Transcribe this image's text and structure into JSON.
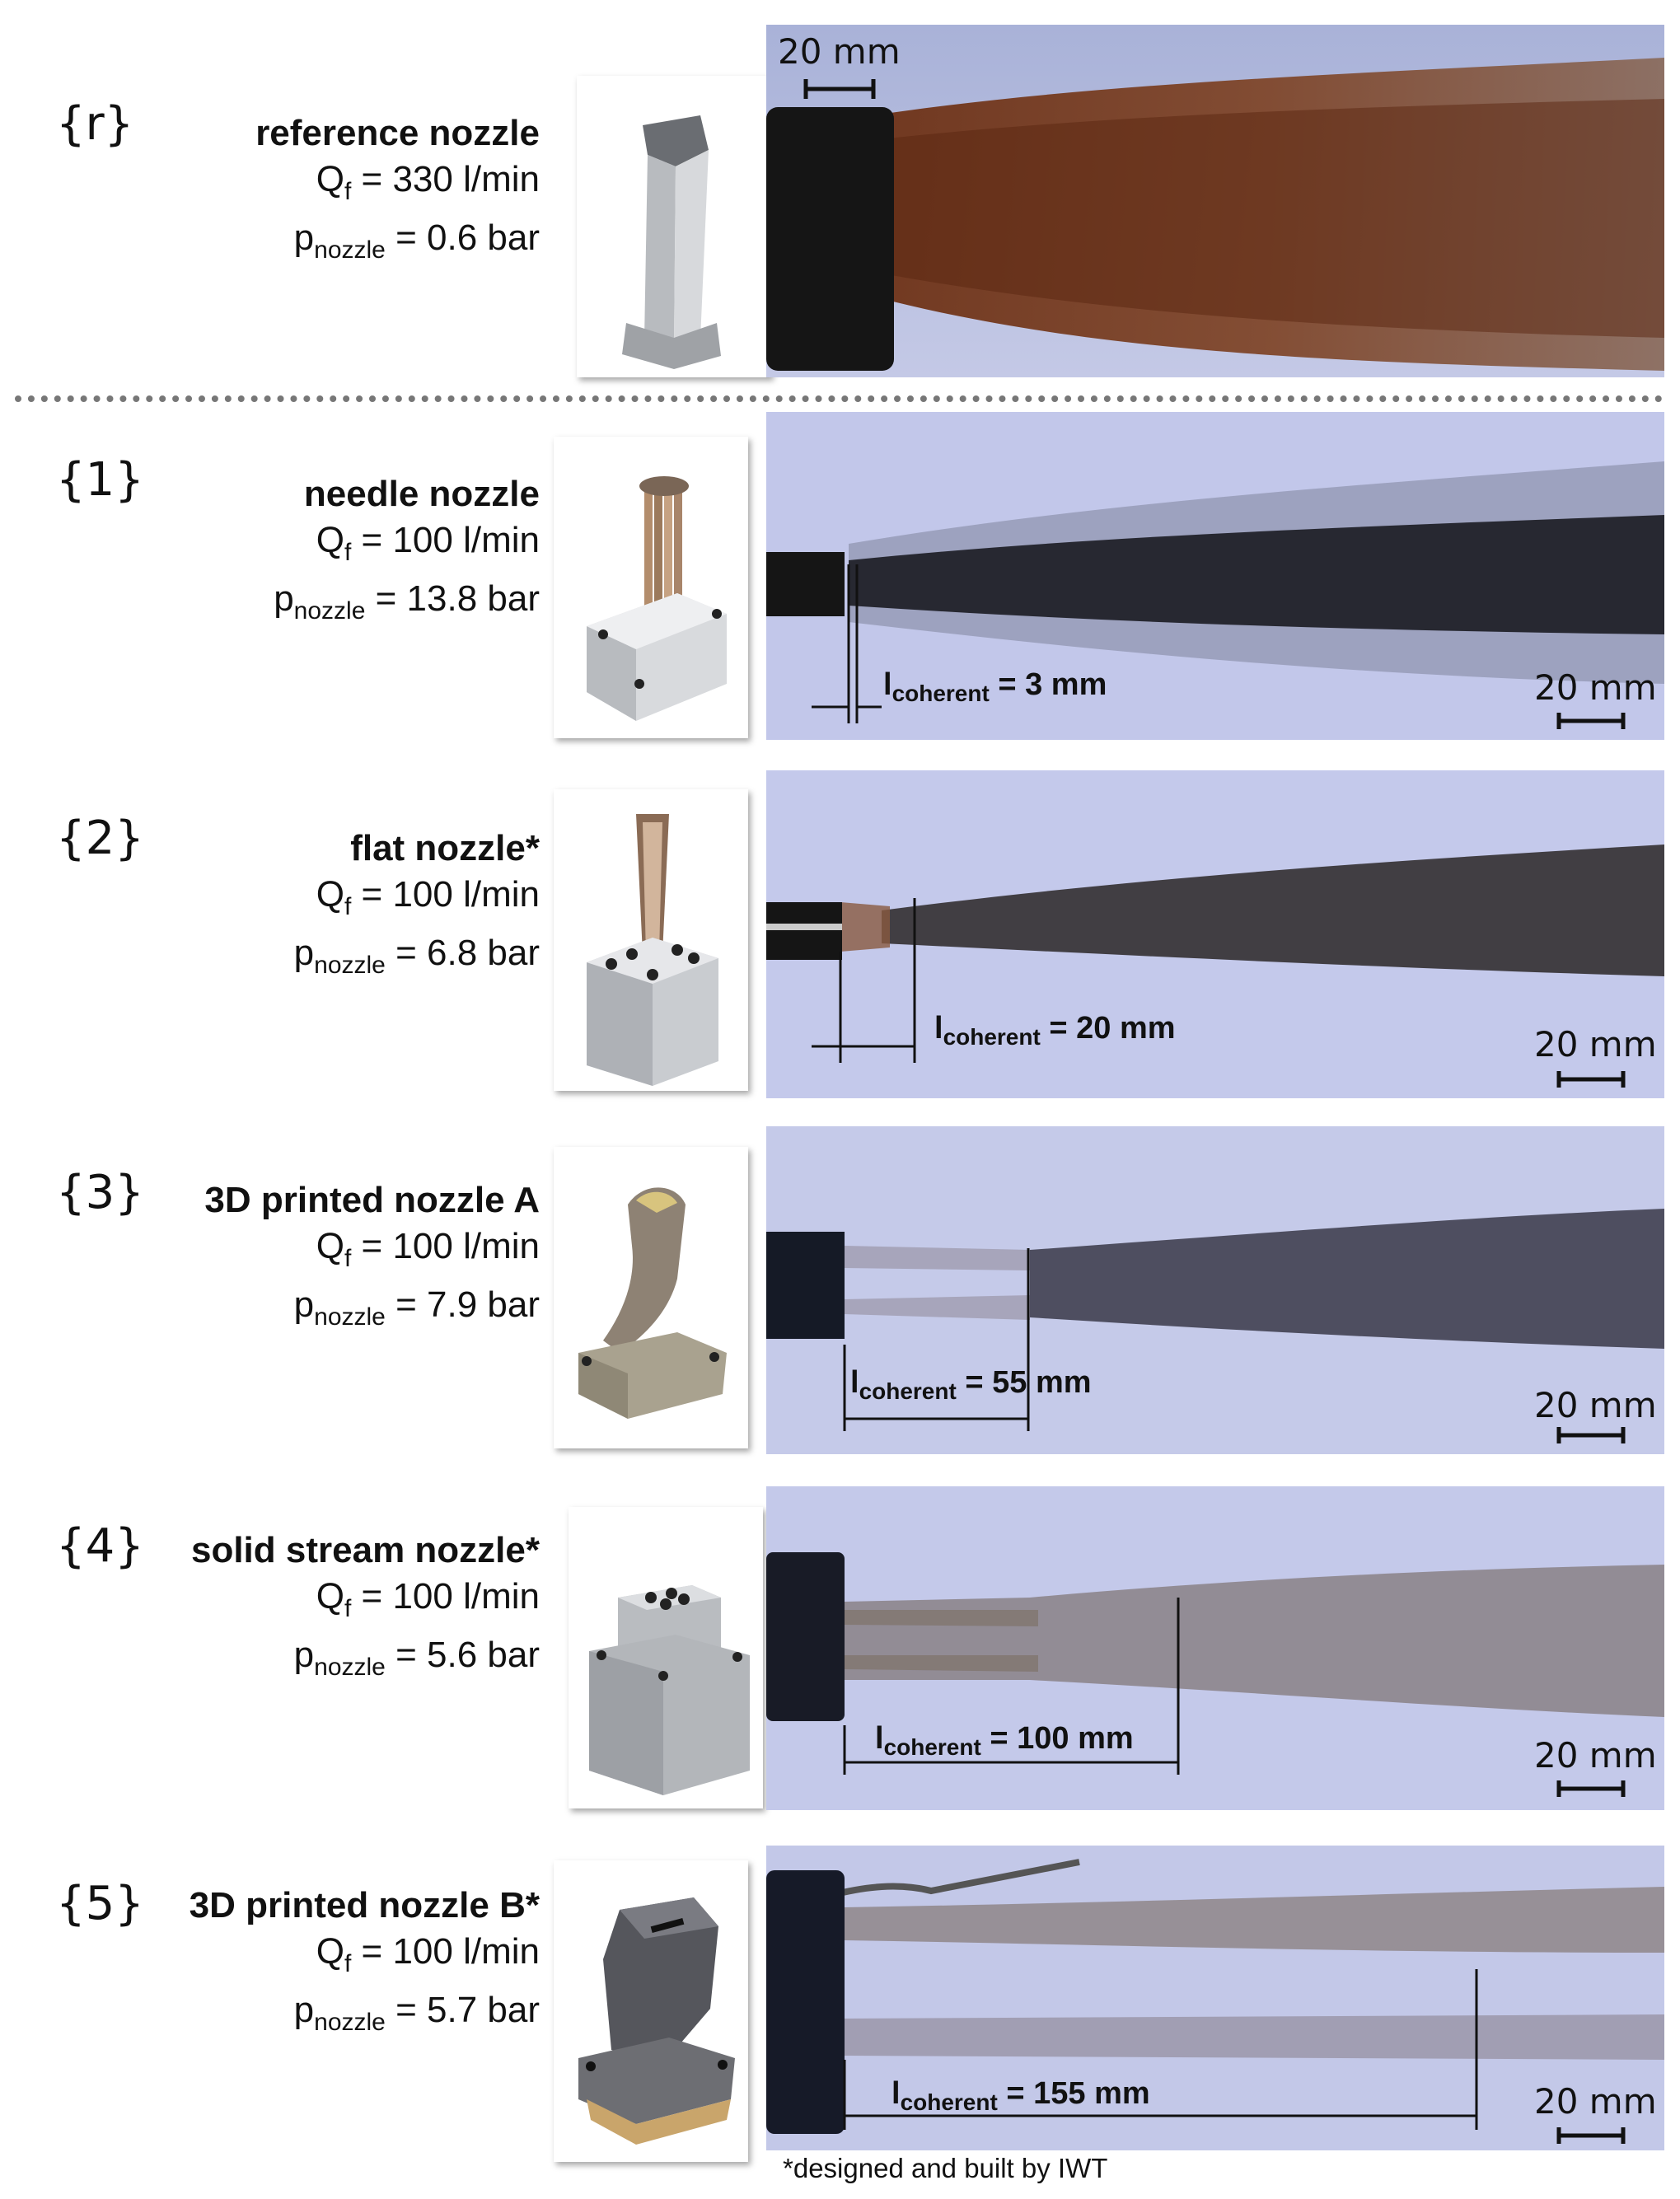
{
  "rows": [
    {
      "id": "{r}",
      "name": "reference nozzle",
      "q_sym": "Q",
      "q_sub": "f",
      "q_val": " = 330 l/min",
      "p_sym": "p",
      "p_sub": "nozzle",
      "p_val": " = 0.6 bar",
      "scale": "20 mm"
    },
    {
      "id": "{1}",
      "name": "needle nozzle",
      "q_sym": "Q",
      "q_sub": "f",
      "q_val": " = 100 l/min",
      "p_sym": "p",
      "p_sub": "nozzle",
      "p_val": " = 13.8 bar",
      "scale": "20 mm",
      "coh_sym": "l",
      "coh_sub": "coherent",
      "coh_val": " = 3 mm"
    },
    {
      "id": "{2}",
      "name": "flat nozzle*",
      "q_sym": "Q",
      "q_sub": "f",
      "q_val": " = 100 l/min",
      "p_sym": "p",
      "p_sub": "nozzle",
      "p_val": " = 6.8 bar",
      "scale": "20 mm",
      "coh_sym": "l",
      "coh_sub": "coherent",
      "coh_val": " = 20 mm"
    },
    {
      "id": "{3}",
      "name": "3D printed nozzle A",
      "q_sym": "Q",
      "q_sub": "f",
      "q_val": " = 100 l/min",
      "p_sym": "p",
      "p_sub": "nozzle",
      "p_val": " = 7.9 bar",
      "scale": "20 mm",
      "coh_sym": "l",
      "coh_sub": "coherent",
      "coh_val": " = 55 mm"
    },
    {
      "id": "{4}",
      "name": "solid stream nozzle*",
      "q_sym": "Q",
      "q_sub": "f",
      "q_val": " = 100 l/min",
      "p_sym": "p",
      "p_sub": "nozzle",
      "p_val": " = 5.6 bar",
      "scale": "20 mm",
      "coh_sym": "l",
      "coh_sub": "coherent",
      "coh_val": " = 100 mm"
    },
    {
      "id": "{5}",
      "name": "3D printed nozzle B*",
      "q_sym": "Q",
      "q_sub": "f",
      "q_val": " = 100 l/min",
      "p_sym": "p",
      "p_sub": "nozzle",
      "p_val": " = 5.7 bar",
      "scale": "20 mm",
      "coh_sym": "l",
      "coh_sub": "coherent",
      "coh_val": " = 155 mm"
    }
  ],
  "footnote": "*designed and built by IWT",
  "colors": {
    "background_jet": "#c2c7ea",
    "reference_jet": "#7a3a1c",
    "nozzle_body": "#1a1a1a",
    "metal": "#a9acb1"
  }
}
